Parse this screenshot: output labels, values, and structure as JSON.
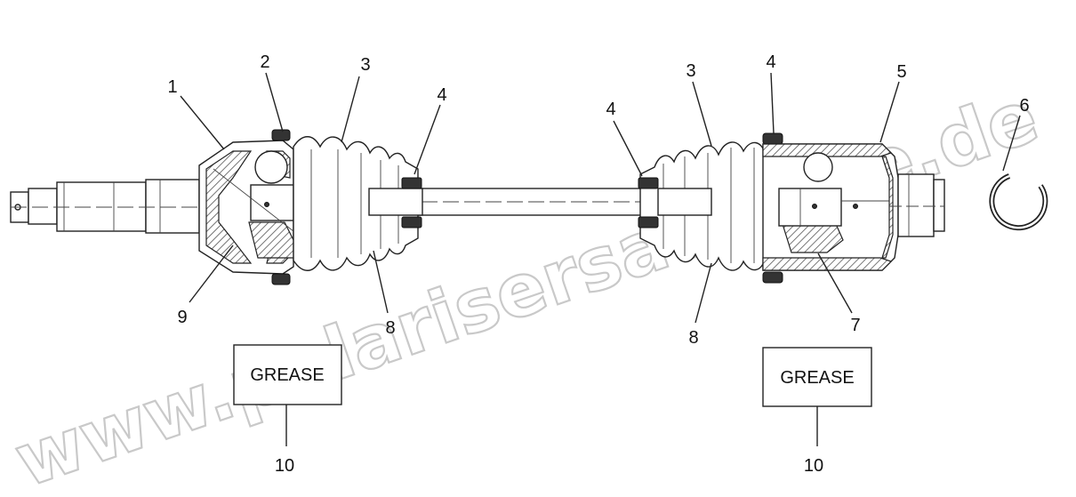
{
  "watermark": "www.polarisersatzteile.de",
  "grease_label": "GREASE",
  "callouts": [
    {
      "id": "c1",
      "text": "1"
    },
    {
      "id": "c2",
      "text": "2"
    },
    {
      "id": "c3a",
      "text": "3"
    },
    {
      "id": "c4a",
      "text": "4"
    },
    {
      "id": "c4b",
      "text": "4"
    },
    {
      "id": "c3b",
      "text": "3"
    },
    {
      "id": "c4c",
      "text": "4"
    },
    {
      "id": "c5",
      "text": "5"
    },
    {
      "id": "c6",
      "text": "6"
    },
    {
      "id": "c9",
      "text": "9"
    },
    {
      "id": "c8a",
      "text": "8"
    },
    {
      "id": "c8b",
      "text": "8"
    },
    {
      "id": "c7",
      "text": "7"
    },
    {
      "id": "c10a",
      "text": "10"
    },
    {
      "id": "c10b",
      "text": "10"
    }
  ]
}
